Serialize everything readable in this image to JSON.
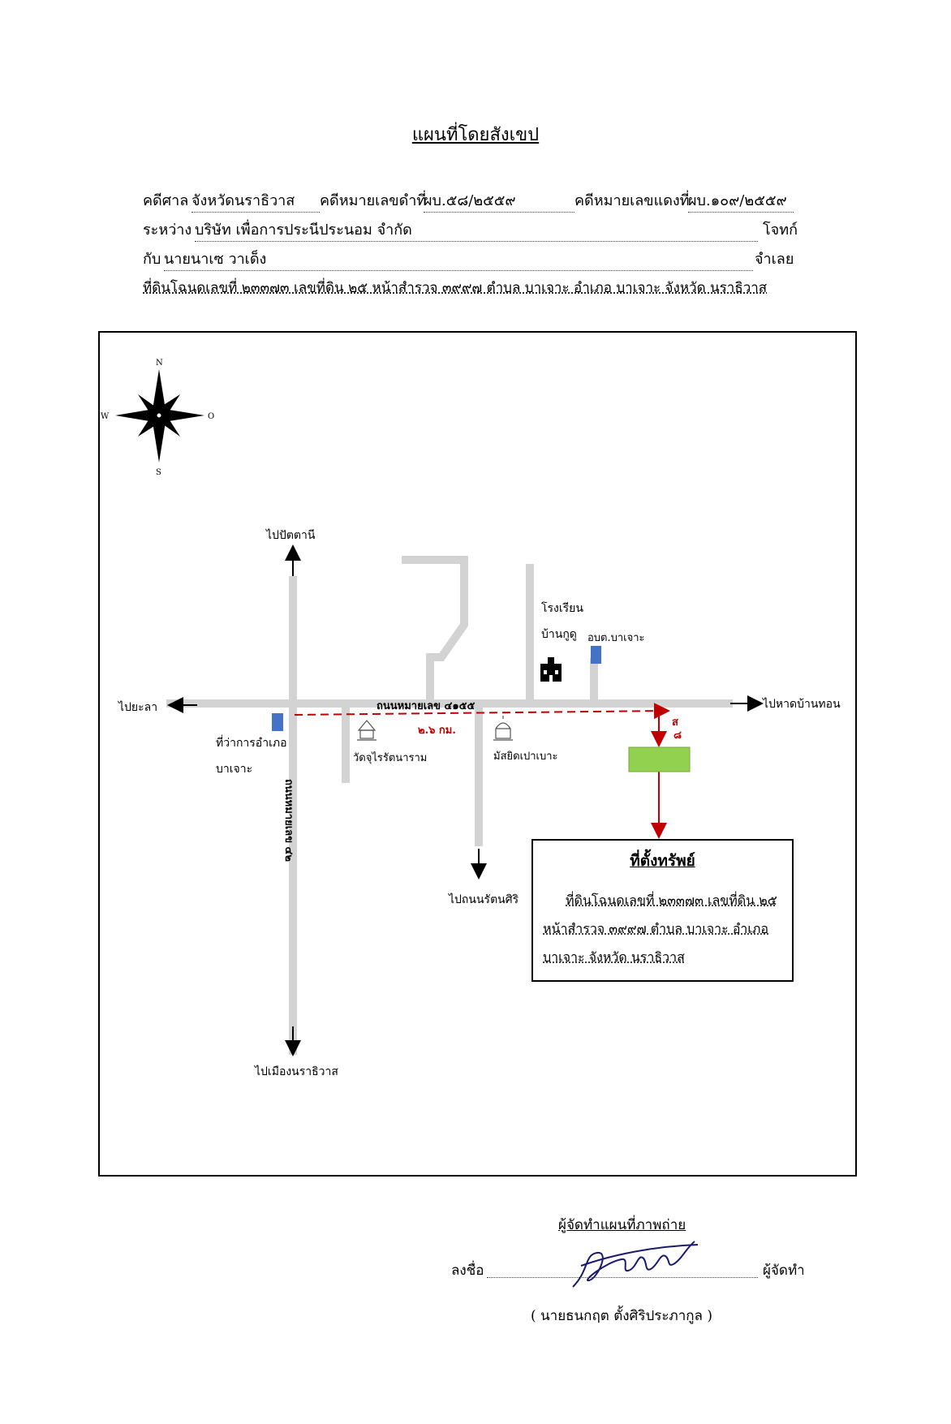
{
  "title": "แผนที่โดยสังเขป",
  "header": {
    "row1": {
      "court_label": "คดีศาล",
      "court_value": "จังหวัดนราธิวาส",
      "black_no_label": "คดีหมายเลขดำที่",
      "black_no_value": "ผบ.๕๘/๒๕๕๙",
      "red_no_label": "คดีหมายเลขแดงที่",
      "red_no_value": "ผบ.๑๐๙/๒๕๕๙"
    },
    "row2": {
      "between_label": "ระหว่าง",
      "plaintiff_value": "บริษัท เพื่อการประนีประนอม จำกัด",
      "plaintiff_role": "โจทก์"
    },
    "row3": {
      "with_label": "กับ",
      "defendant_value": "นายนาเซ วาเด็ง",
      "defendant_role": "จำเลย"
    },
    "row4": {
      "text": "ที่ดินโฉนดเลขที่ ๒๓๓๗๓  เลขที่ดิน ๒๕  หน้าสำรวจ ๓๙๙๗ ตำบล บาเจาะ อำเภอ  บาเจาะ จังหวัด  นราธิวาส"
    }
  },
  "map": {
    "compass": {
      "n": "N",
      "s": "S",
      "w": "W",
      "e": "O"
    },
    "labels": {
      "to_pattani": "ไปปัตตานี",
      "to_yala": "ไปยะลา",
      "to_hat_ban_thon": "ไปหาดบ้านทอน",
      "to_narathiwat_city": "ไปเมืองนราธิวาส",
      "to_rueso": "ไปถนนรัตนศิริ",
      "road_main": "ถนนหมายเลข ๔๑๕๕",
      "road_vertical": "ถนนหมายเลข ๔๒",
      "district_office_1": "ที่ว่าการอำเภอ",
      "district_office_2": "บาเจาะ",
      "wat": "วัดจุไรรัตนาราม",
      "mosque": "มัสยิดเปาเบาะ",
      "school_1": "โรงเรียน",
      "school_2": "บ้านกูดู",
      "sao": "อบต.บาเจาะ",
      "distance": "๒.๖ กม.",
      "side_marker": "ส",
      "side_marker_2": "๘"
    },
    "info_box": {
      "title": "ที่ตั้งทรัพย์",
      "line1": "ที่ดินโฉนดเลขที่ ๒๓๓๗๓ เลขที่ดิน ๒๕",
      "line2": "หน้าสำรวจ ๓๙๙๗ ตำบล บาเจาะ อำเภอ",
      "line3": "บาเจาะ จังหวัด นราธิวาส"
    },
    "colors": {
      "road": "#d3d3d3",
      "route": "#c00000",
      "parcel": "#92d050",
      "office": "#4472c4"
    }
  },
  "signature": {
    "caption": "ผู้จัดทำแผนที่ภาพถ่าย",
    "sign_label": "ลงชื่อ",
    "role": "ผู้จัดทำ",
    "name": "( นายธนกฤต ตั้งศิริประภากูล )"
  }
}
